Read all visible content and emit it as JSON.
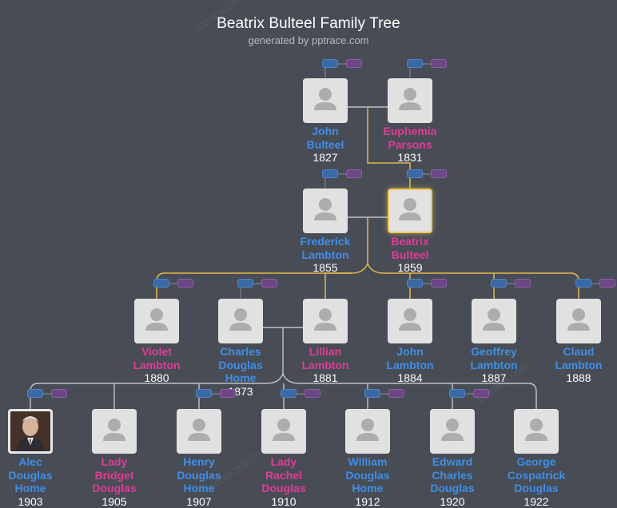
{
  "header": {
    "title": "Beatrix Bulteel Family Tree",
    "subtitle": "generated by pptrace.com"
  },
  "watermarks": [
    "pptrace.com",
    "pptrace.com",
    "pptrace.com"
  ],
  "colors": {
    "background": "#474c55",
    "male": "#3f8fe8",
    "female": "#e13c97",
    "selected_border": "#f0c75a",
    "line": "#d8d8d8",
    "highlight_line": "#e7b84b"
  },
  "people": [
    {
      "id": "john-bulteel",
      "name": [
        "John",
        "Bulteel"
      ],
      "year": "1827",
      "gender": "male"
    },
    {
      "id": "euphemia-parsons",
      "name": [
        "Euphemia",
        "Parsons"
      ],
      "year": "1831",
      "gender": "female"
    },
    {
      "id": "frederick-lambton",
      "name": [
        "Frederick",
        "Lambton"
      ],
      "year": "1855",
      "gender": "male"
    },
    {
      "id": "beatrix-bulteel",
      "name": [
        "Beatrix",
        "Bulteel"
      ],
      "year": "1859",
      "gender": "female",
      "selected": true
    },
    {
      "id": "violet-lambton",
      "name": [
        "Violet",
        "Lambton"
      ],
      "year": "1880",
      "gender": "female"
    },
    {
      "id": "charles-douglas-home",
      "name": [
        "Charles",
        "Douglas",
        "Home"
      ],
      "year": "1873",
      "gender": "male"
    },
    {
      "id": "lillian-lambton",
      "name": [
        "Lillian",
        "Lambton"
      ],
      "year": "1881",
      "gender": "female"
    },
    {
      "id": "john-lambton",
      "name": [
        "John",
        "Lambton"
      ],
      "year": "1884",
      "gender": "male"
    },
    {
      "id": "geoffrey-lambton",
      "name": [
        "Geoffrey",
        "Lambton"
      ],
      "year": "1887",
      "gender": "male"
    },
    {
      "id": "claud-lambton",
      "name": [
        "Claud",
        "Lambton"
      ],
      "year": "1888",
      "gender": "male"
    },
    {
      "id": "alec-douglas-home",
      "name": [
        "Alec",
        "Douglas",
        "Home"
      ],
      "year": "1903",
      "gender": "male",
      "photo": true
    },
    {
      "id": "lady-bridget-douglas",
      "name": [
        "Lady",
        "Bridget",
        "Douglas"
      ],
      "year": "1905",
      "gender": "female"
    },
    {
      "id": "henry-douglas-home",
      "name": [
        "Henry",
        "Douglas",
        "Home"
      ],
      "year": "1907",
      "gender": "male"
    },
    {
      "id": "lady-rachel-douglas",
      "name": [
        "Lady",
        "Rachel",
        "Douglas"
      ],
      "year": "1910",
      "gender": "female"
    },
    {
      "id": "william-douglas-home",
      "name": [
        "William",
        "Douglas",
        "Home"
      ],
      "year": "1912",
      "gender": "male"
    },
    {
      "id": "edward-charles-douglas",
      "name": [
        "Edward",
        "Charles",
        "Douglas"
      ],
      "year": "1920",
      "gender": "male"
    },
    {
      "id": "george-cospatrick-douglas",
      "name": [
        "George",
        "Cospatrick",
        "Douglas"
      ],
      "year": "1922",
      "gender": "male"
    }
  ]
}
